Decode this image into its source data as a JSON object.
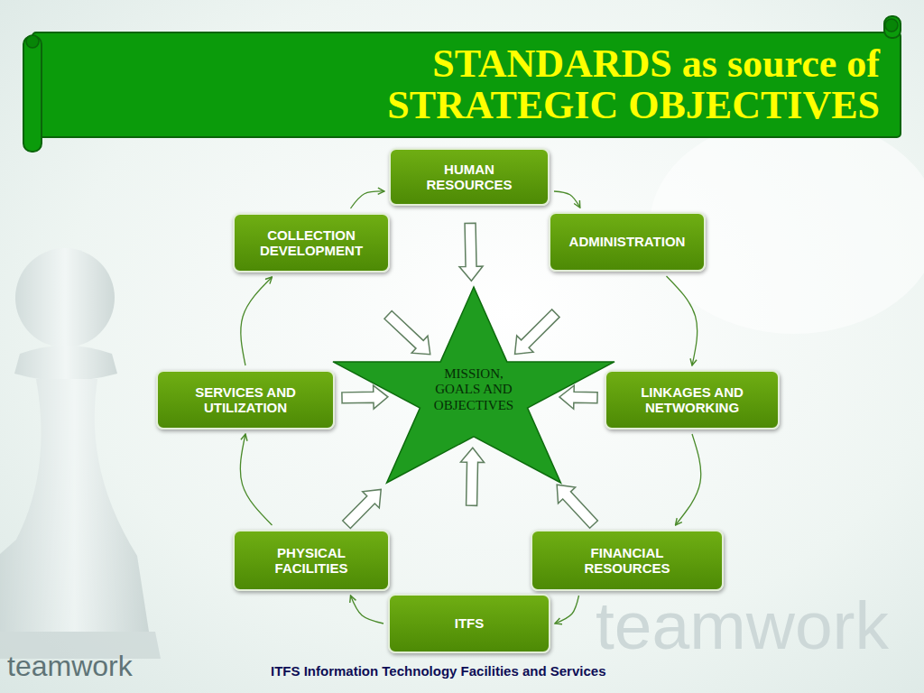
{
  "diagram": {
    "title": "STANDARDS as source of STRATEGIC OBJECTIVES",
    "nodes": [
      {
        "text": [
          "HUMAN RESOURCES"
        ]
      },
      {
        "text": [
          "COLLECTION DEVELOPMENT"
        ]
      },
      {
        "text": [
          "ADMINISTRATION"
        ]
      },
      {
        "text": [
          "SERVICES AND UTILIZATION"
        ]
      },
      {
        "text": [
          "MISSION, GOALS AND OBJECTIVES"
        ]
      },
      {
        "text": [
          "LINKAGES AND NETWORKING"
        ]
      },
      {
        "text": [
          "PHYSICAL FACILITIES"
        ]
      },
      {
        "text": [
          "FINANCIAL RESOURCES"
        ]
      },
      {
        "text": [
          "ITFS"
        ]
      }
    ],
    "edges": [
      {
        "from": 0,
        "to": 2,
        "arrow": "to"
      },
      {
        "from": 2,
        "to": 5,
        "arrow": "to"
      },
      {
        "from": 5,
        "to": 7,
        "arrow": "to"
      },
      {
        "from": 7,
        "to": 8,
        "arrow": "to"
      },
      {
        "from": 8,
        "to": 6,
        "arrow": "to"
      },
      {
        "from": 6,
        "to": 3,
        "arrow": "to"
      },
      {
        "from": 3,
        "to": 1,
        "arrow": "to"
      },
      {
        "from": 1,
        "to": 0,
        "arrow": "to"
      },
      {
        "from": 0,
        "to": 4,
        "arrow": "to"
      },
      {
        "from": 1,
        "to": 4,
        "arrow": "to"
      },
      {
        "from": 2,
        "to": 4,
        "arrow": "to"
      },
      {
        "from": 3,
        "to": 4,
        "arrow": "to"
      },
      {
        "from": 5,
        "to": 4,
        "arrow": "to"
      },
      {
        "from": 6,
        "to": 4,
        "arrow": "to"
      },
      {
        "from": 7,
        "to": 4,
        "arrow": "to"
      },
      {
        "from": 8,
        "to": 4,
        "arrow": "to"
      }
    ],
    "labels": [
      "ITFS Information Technology Facilities and Services",
      "teamwork",
      "teamwork"
    ]
  }
}
